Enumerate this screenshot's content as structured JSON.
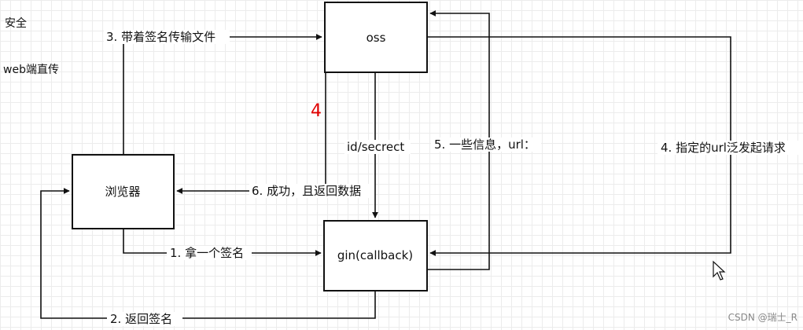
{
  "notes": [
    "安全",
    "web端直传"
  ],
  "nodes": {
    "oss": "oss",
    "browser": "浏览器",
    "gin": "gin(callback)"
  },
  "edges": {
    "get_signature": "1. 拿一个签名",
    "return_signature": "2. 返回签名",
    "upload_with_signature": "3. 带着签名传输文件",
    "request_url": "4. 指定的url泛发起请求",
    "info_url": "5. 一些信息，url：",
    "success_return": "6. 成功，且返回数据",
    "id_secret": "id/secrect"
  },
  "annotation_red": "4",
  "watermark": "CSDN @瑞士_R",
  "colors": {
    "line": "#111111",
    "accent": "#e00000"
  }
}
